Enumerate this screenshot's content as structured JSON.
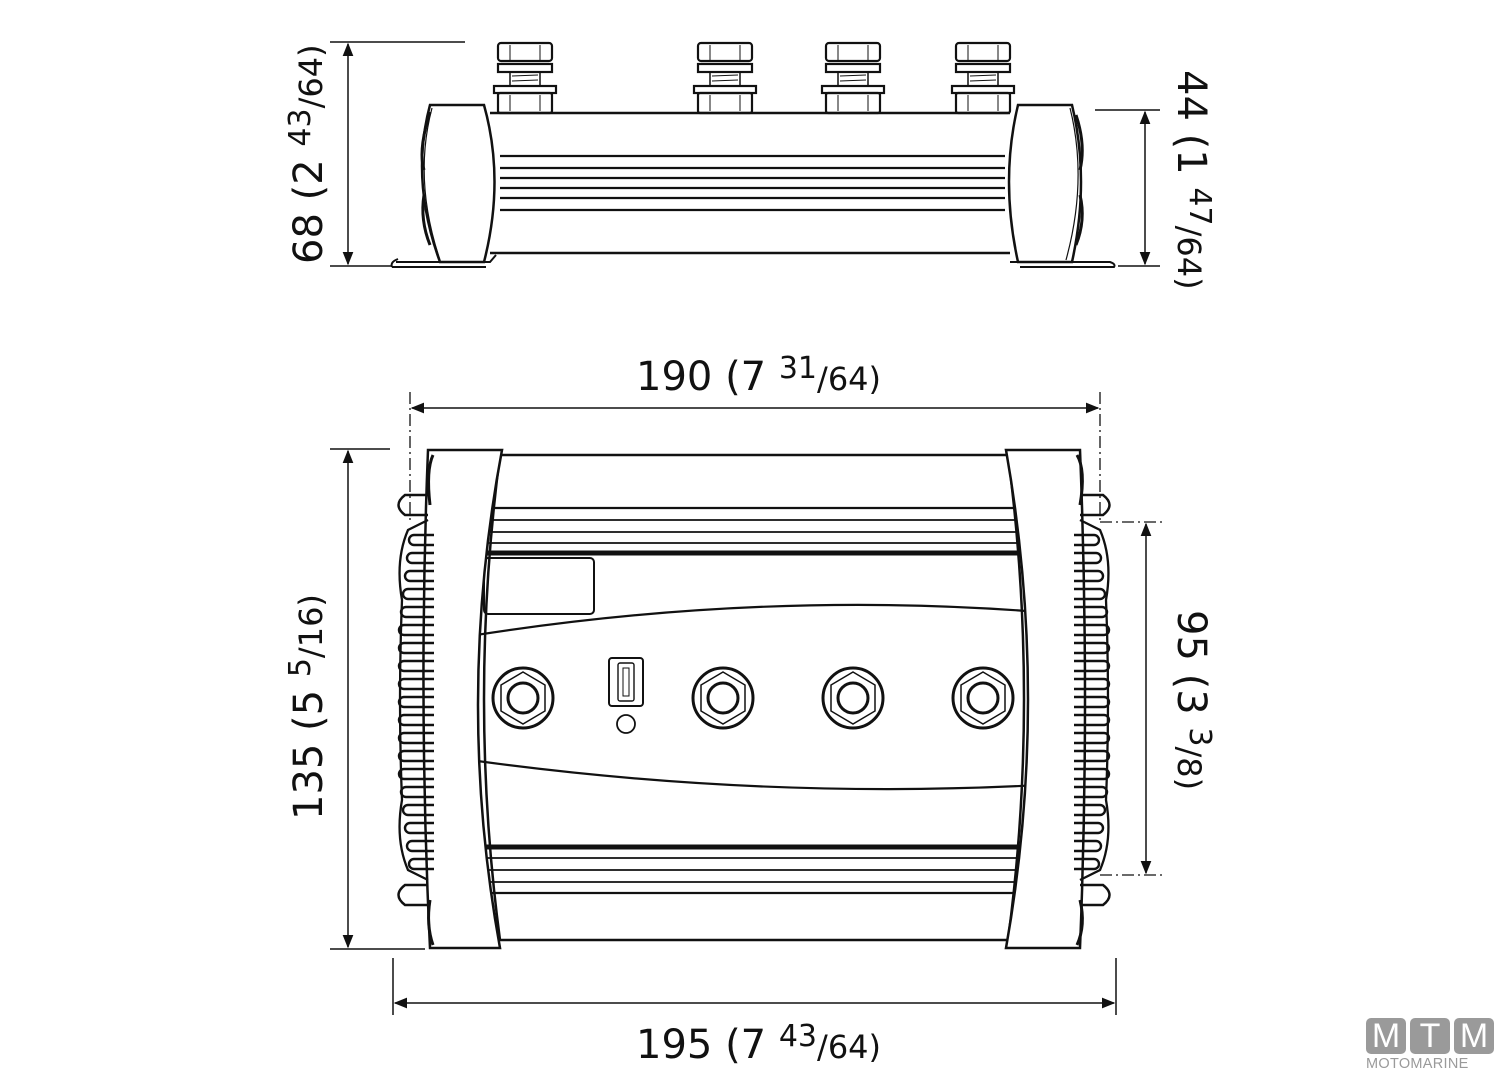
{
  "drawing": {
    "subject": "battery isolator dimension drawing",
    "units_note": "mm (inches)",
    "side_view": {
      "terminal_count": 4,
      "dimensions": {
        "overall_height": {
          "mm": "68",
          "whole": "2",
          "num": "43",
          "den": "64",
          "label_main": "68 (2 ",
          "label_frac_num": "43",
          "label_frac_den": "/64)"
        },
        "body_height": {
          "mm": "44",
          "whole": "1",
          "num": "47",
          "den": "64",
          "label_main": "44 (1 ",
          "label_frac_num": "47",
          "label_frac_den": "/64)"
        }
      }
    },
    "top_view": {
      "terminal_count": 4,
      "has_fuse": true,
      "has_led": true,
      "has_label_plate": true,
      "dimensions": {
        "mounting_width": {
          "mm": "190",
          "whole": "7",
          "num": "31",
          "den": "64",
          "label_main": "190 (7 ",
          "label_frac_num": "31",
          "label_frac_den": "/64)"
        },
        "overall_width": {
          "mm": "195",
          "whole": "7",
          "num": "43",
          "den": "64",
          "label_main": "195 (7 ",
          "label_frac_num": "43",
          "label_frac_den": "/64)"
        },
        "overall_depth": {
          "mm": "135",
          "whole": "5",
          "num": "5",
          "den": "16",
          "label_main": "135 (5 ",
          "label_frac_num": "5",
          "label_frac_den": "/16)"
        },
        "mounting_depth": {
          "mm": "95",
          "whole": "3",
          "num": "3",
          "den": "8",
          "label_main": "95 (3 ",
          "label_frac_num": "3",
          "label_frac_den": "/8)"
        }
      }
    }
  },
  "watermark": {
    "letters": [
      "M",
      "T",
      "M"
    ],
    "text": "MOTOMARINE",
    "color": "#9a9a9a"
  },
  "colors": {
    "line": "#111111",
    "background": "#ffffff"
  }
}
